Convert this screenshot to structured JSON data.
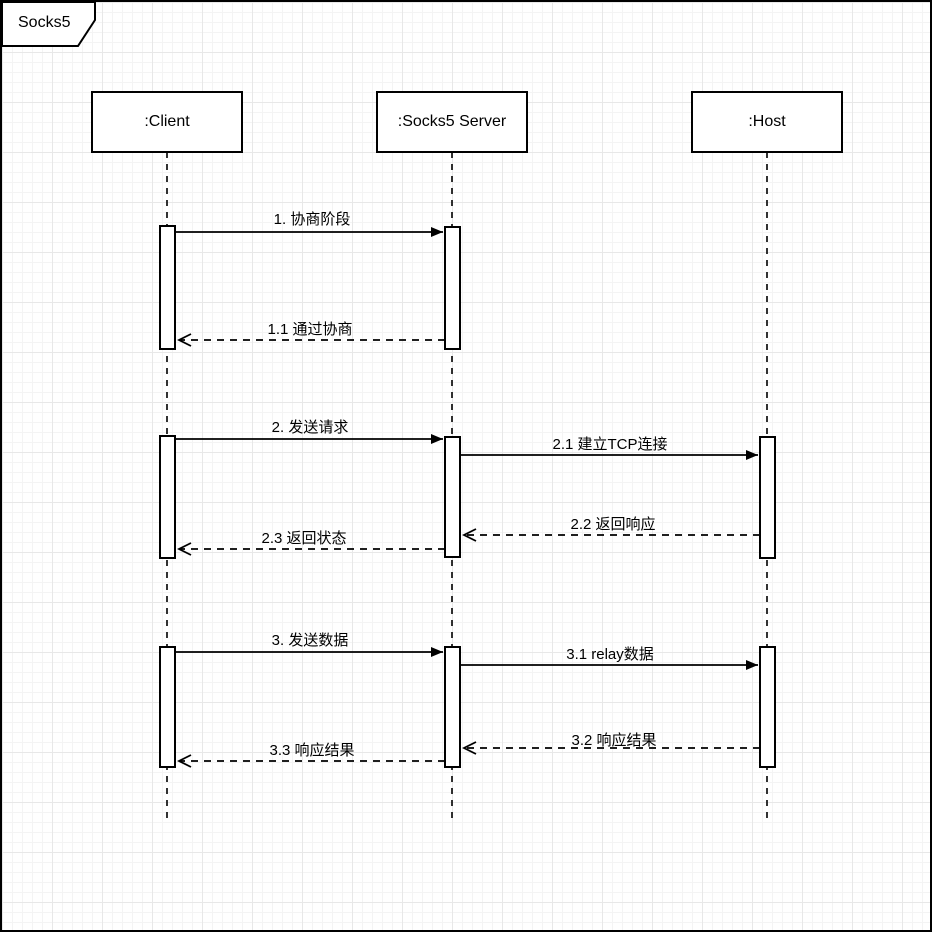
{
  "frame": {
    "title": "Socks5"
  },
  "actors": [
    {
      "label": ":Client"
    },
    {
      "label": ":Socks5 Server"
    },
    {
      "label": ":Host"
    }
  ],
  "messages": [
    {
      "id": "1",
      "label": "1. 协商阶段",
      "from": ":Client",
      "to": ":Socks5 Server",
      "style": "solid"
    },
    {
      "id": "1.1",
      "label": "1.1 通过协商",
      "from": ":Socks5 Server",
      "to": ":Client",
      "style": "dashed"
    },
    {
      "id": "2",
      "label": "2. 发送请求",
      "from": ":Client",
      "to": ":Socks5 Server",
      "style": "solid"
    },
    {
      "id": "2.1",
      "label": "2.1 建立TCP连接",
      "from": ":Socks5 Server",
      "to": ":Host",
      "style": "solid"
    },
    {
      "id": "2.2",
      "label": "2.2 返回响应",
      "from": ":Host",
      "to": ":Socks5 Server",
      "style": "dashed"
    },
    {
      "id": "2.3",
      "label": "2.3 返回状态",
      "from": ":Socks5 Server",
      "to": ":Client",
      "style": "dashed"
    },
    {
      "id": "3",
      "label": "3. 发送数据",
      "from": ":Client",
      "to": ":Socks5 Server",
      "style": "solid"
    },
    {
      "id": "3.1",
      "label": "3.1 relay数据",
      "from": ":Socks5 Server",
      "to": ":Host",
      "style": "solid"
    },
    {
      "id": "3.2",
      "label": "3.2 响应结果",
      "from": ":Host",
      "to": ":Socks5 Server",
      "style": "dashed"
    },
    {
      "id": "3.3",
      "label": "3.3 响应结果",
      "from": ":Socks5 Server",
      "to": ":Client",
      "style": "dashed"
    }
  ],
  "colors": {
    "stroke": "#000000",
    "shape_fill": "#ffffff",
    "grid_minor": "#f4f4f4",
    "grid_major": "#e8e8e8"
  }
}
